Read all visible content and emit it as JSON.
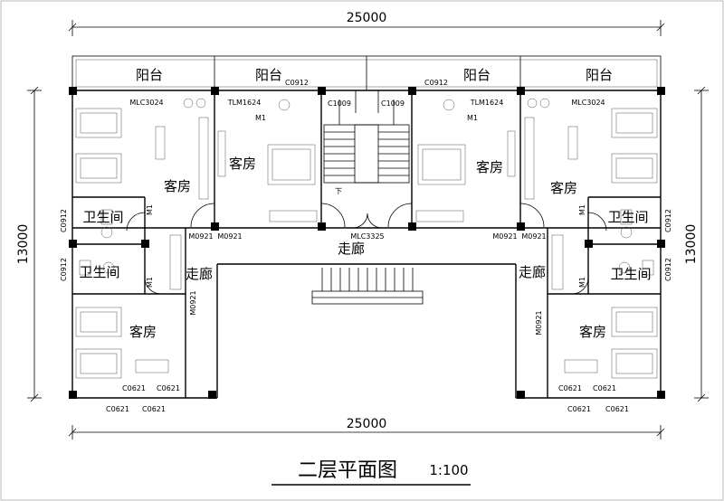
{
  "title": "二层平面图",
  "scale": "1:100",
  "dimensions": {
    "top_width": "25000",
    "bottom_width": "25000",
    "left_height": "13000",
    "right_height": "13000"
  },
  "rooms": {
    "balcony_1": "阳台",
    "balcony_2": "阳台",
    "balcony_3": "阳台",
    "balcony_4": "阳台",
    "guest_nw": "客房",
    "guest_n2": "客房",
    "guest_n3": "客房",
    "guest_ne": "客房",
    "guest_sw": "客房",
    "guest_se": "客房",
    "bath_w1": "卫生间",
    "bath_w2": "卫生间",
    "bath_e1": "卫生间",
    "bath_e2": "卫生间",
    "corridor_main": "走廊",
    "corridor_w": "走廊",
    "corridor_e": "走廊"
  },
  "codes": {
    "mlc3024_l": "MLC3024",
    "mlc3024_r": "MLC3024",
    "tlm1624_l": "TLM1624",
    "tlm1624_r": "TLM1624",
    "c0912_t1": "C0912",
    "c0912_t2": "C0912",
    "c1009_l": "C1009",
    "c1009_r": "C1009",
    "m1_a": "M1",
    "m1_b": "M1",
    "m1_c": "M1",
    "m1_d": "M1",
    "m1_e": "M1",
    "m1_f": "M1",
    "m0921_a": "M0921",
    "m0921_b": "M0921",
    "m0921_c": "M0921",
    "m0921_d": "M0921",
    "m0921_e": "M0921",
    "m0921_f": "M0921",
    "mlc3325": "MLC3325",
    "c0912_w1": "C0912",
    "c0912_w2": "C0912",
    "c0912_e1": "C0912",
    "c0912_e2": "C0912",
    "c0621_1": "C0621",
    "c0621_2": "C0621",
    "c0621_3": "C0621",
    "c0621_4": "C0621",
    "c0621_5": "C0621",
    "c0621_6": "C0621",
    "c0621_7": "C0621",
    "c0621_8": "C0621",
    "stair_down": "下"
  }
}
